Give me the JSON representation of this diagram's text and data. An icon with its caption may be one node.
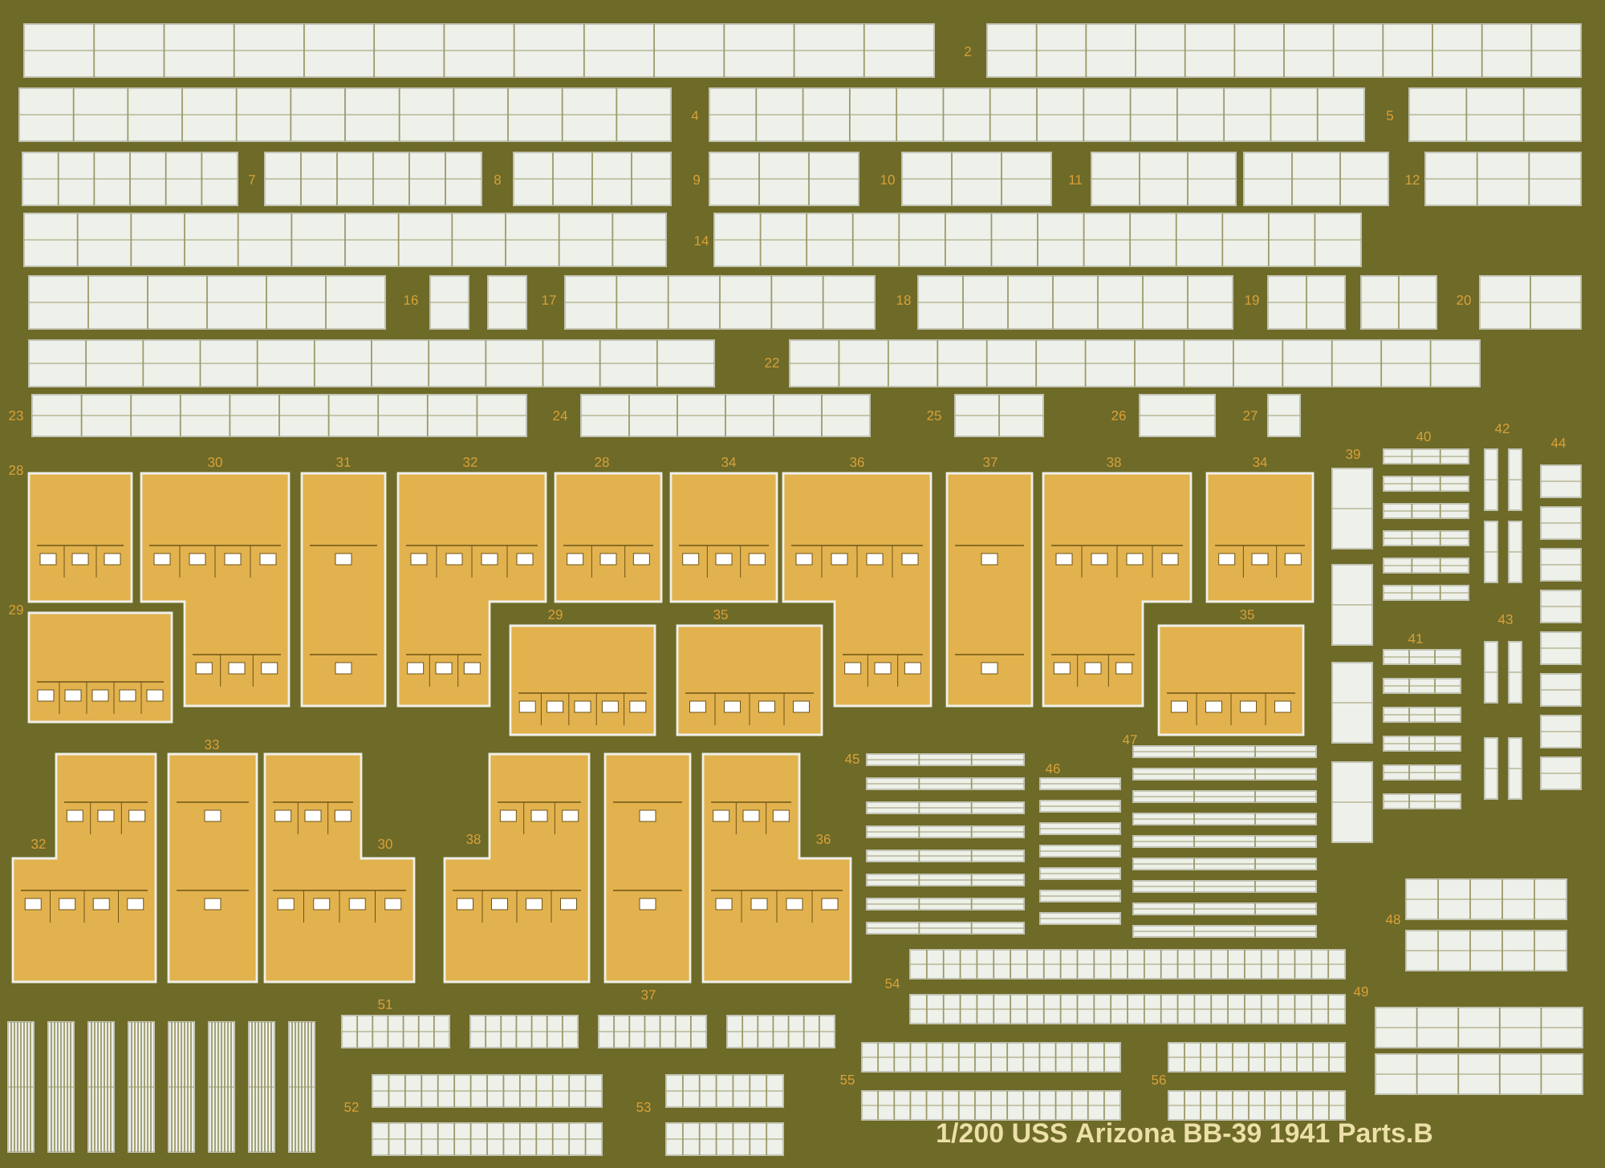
{
  "diagram": {
    "labels": [
      "2",
      "4",
      "5",
      "7",
      "8",
      "9",
      "10",
      "11",
      "12",
      "14",
      "16",
      "17",
      "18",
      "19",
      "20",
      "22",
      "23",
      "24",
      "25",
      "26",
      "27",
      "28",
      "30",
      "31",
      "32",
      "28",
      "34",
      "36",
      "37",
      "38",
      "34",
      "39",
      "40",
      "42",
      "44",
      "29",
      "29",
      "35",
      "35",
      "41",
      "43",
      "33",
      "32",
      "30",
      "38",
      "36",
      "45",
      "46",
      "47",
      "48",
      "54",
      "49",
      "51",
      "37",
      "52",
      "53",
      "55",
      "56",
      "1/200 USS Arizona BB-39  1941  Parts.B"
    ]
  }
}
